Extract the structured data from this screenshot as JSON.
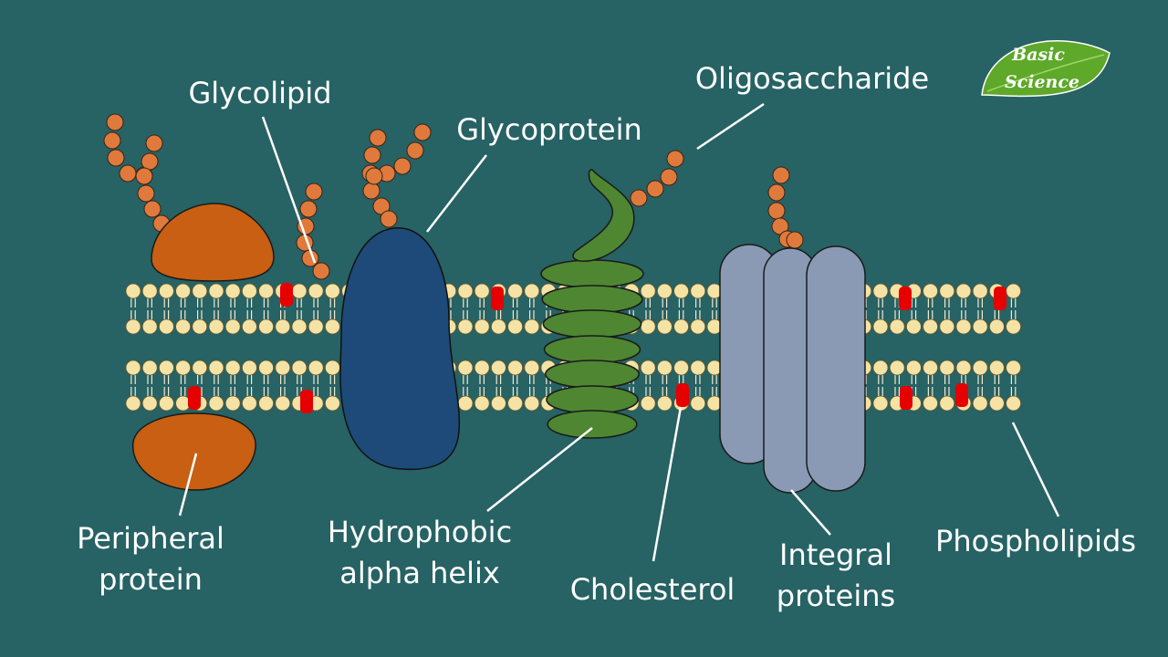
{
  "colors": {
    "background": "#276264",
    "label": "#ffffff",
    "phospholipid_head": "#f5e3a6",
    "phospholipid_tail": "#f3ead0",
    "cholesterol": "#e60000",
    "peripheral_protein": "#c85f12",
    "oligosaccharide_bead": "#e07a3c",
    "glycoprotein": "#1d4a78",
    "alpha_helix": "#4e8632",
    "integral_protein": "#8a9ab5",
    "logo_leaf": "#5ea82a"
  },
  "logo": {
    "line1": "Basic",
    "line2": "Science",
    "icon": "leaf-icon"
  },
  "labels": {
    "glycolipid": "Glycolipid",
    "glycoprotein": "Glycoprotein",
    "oligosaccharide": "Oligosaccharide",
    "peripheral_protein_line1": "Peripheral",
    "peripheral_protein_line2": "protein",
    "hydrophobic_line1": "Hydrophobic",
    "hydrophobic_line2": "alpha helix",
    "cholesterol": "Cholesterol",
    "integral_line1": "Integral",
    "integral_line2": "proteins",
    "phospholipids": "Phospholipids"
  }
}
